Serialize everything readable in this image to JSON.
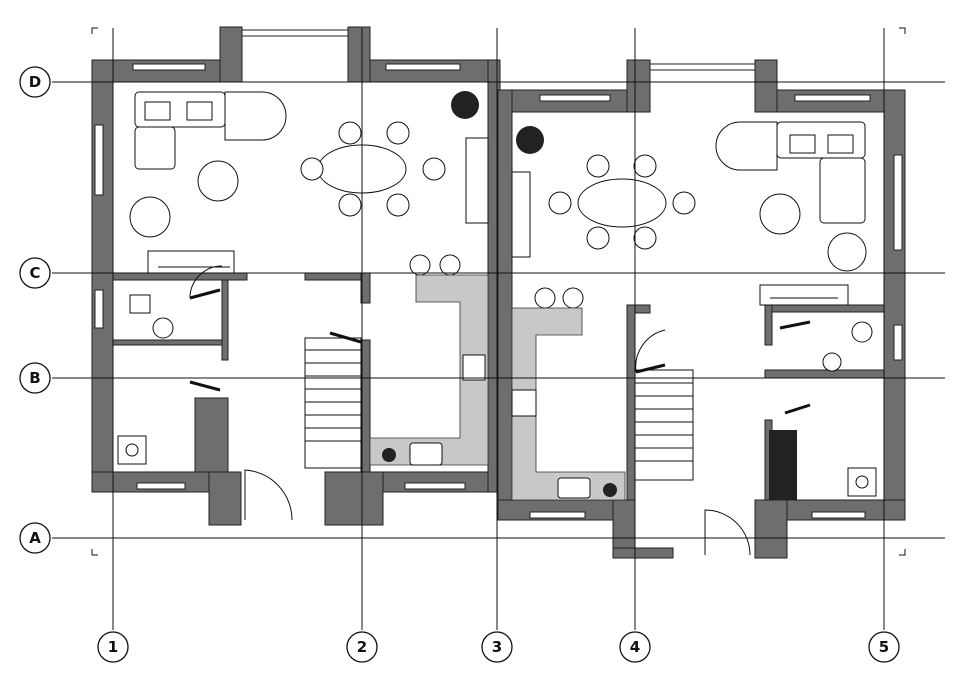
{
  "drawing": {
    "type": "floor plan",
    "grid_rows": [
      "D",
      "C",
      "B",
      "A"
    ],
    "grid_columns": [
      "1",
      "2",
      "3",
      "4",
      "5"
    ]
  }
}
